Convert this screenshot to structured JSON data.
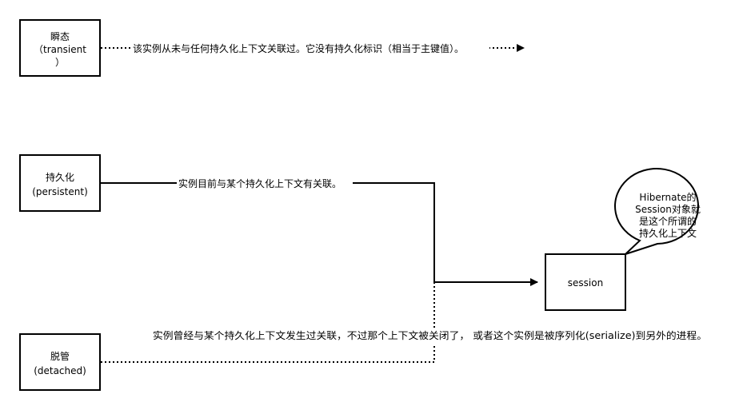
{
  "states": {
    "transient": {
      "name": "瞬态",
      "paren_open": "（transient",
      "paren_close": "）"
    },
    "persistent": {
      "name": "持久化",
      "paren": "(persistent)"
    },
    "detached": {
      "name": "脱管",
      "paren": "(detached)"
    }
  },
  "session": {
    "label": "session"
  },
  "edges": {
    "transient_label": "该实例从未与任何持久化上下文关联过。它没有持久化标识（相当于主键值）。",
    "persistent_label": "实例目前与某个持久化上下文有关联。",
    "detached_label": "实例曾经与某个持久化上下文发生过关联，不过那个上下文被关闭了， 或者这个实例是被序列化(serialize)到另外的进程。"
  },
  "callout": {
    "lines": [
      "Hibernate的",
      "Session对象就",
      "是这个所谓的",
      "持久化上下文"
    ]
  }
}
